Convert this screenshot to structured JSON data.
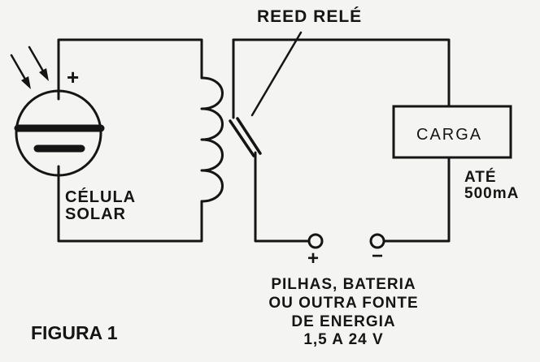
{
  "labels": {
    "reed_relay": "REED RELÉ",
    "load": "CARGA",
    "max_current": [
      "ATÉ",
      "500mA"
    ],
    "solar_cell": [
      "CÉLULA",
      "SOLAR"
    ],
    "cell_plus": "+",
    "terminal_plus": "+",
    "terminal_minus": "−",
    "power_source": [
      "PILHAS, BATERIA",
      "OU OUTRA FONTE",
      "DE ENERGIA",
      "1,5 A 24 V"
    ],
    "figure": "FIGURA 1"
  },
  "colors": {
    "ink": "#151515",
    "paper": "#f4f4f2"
  }
}
